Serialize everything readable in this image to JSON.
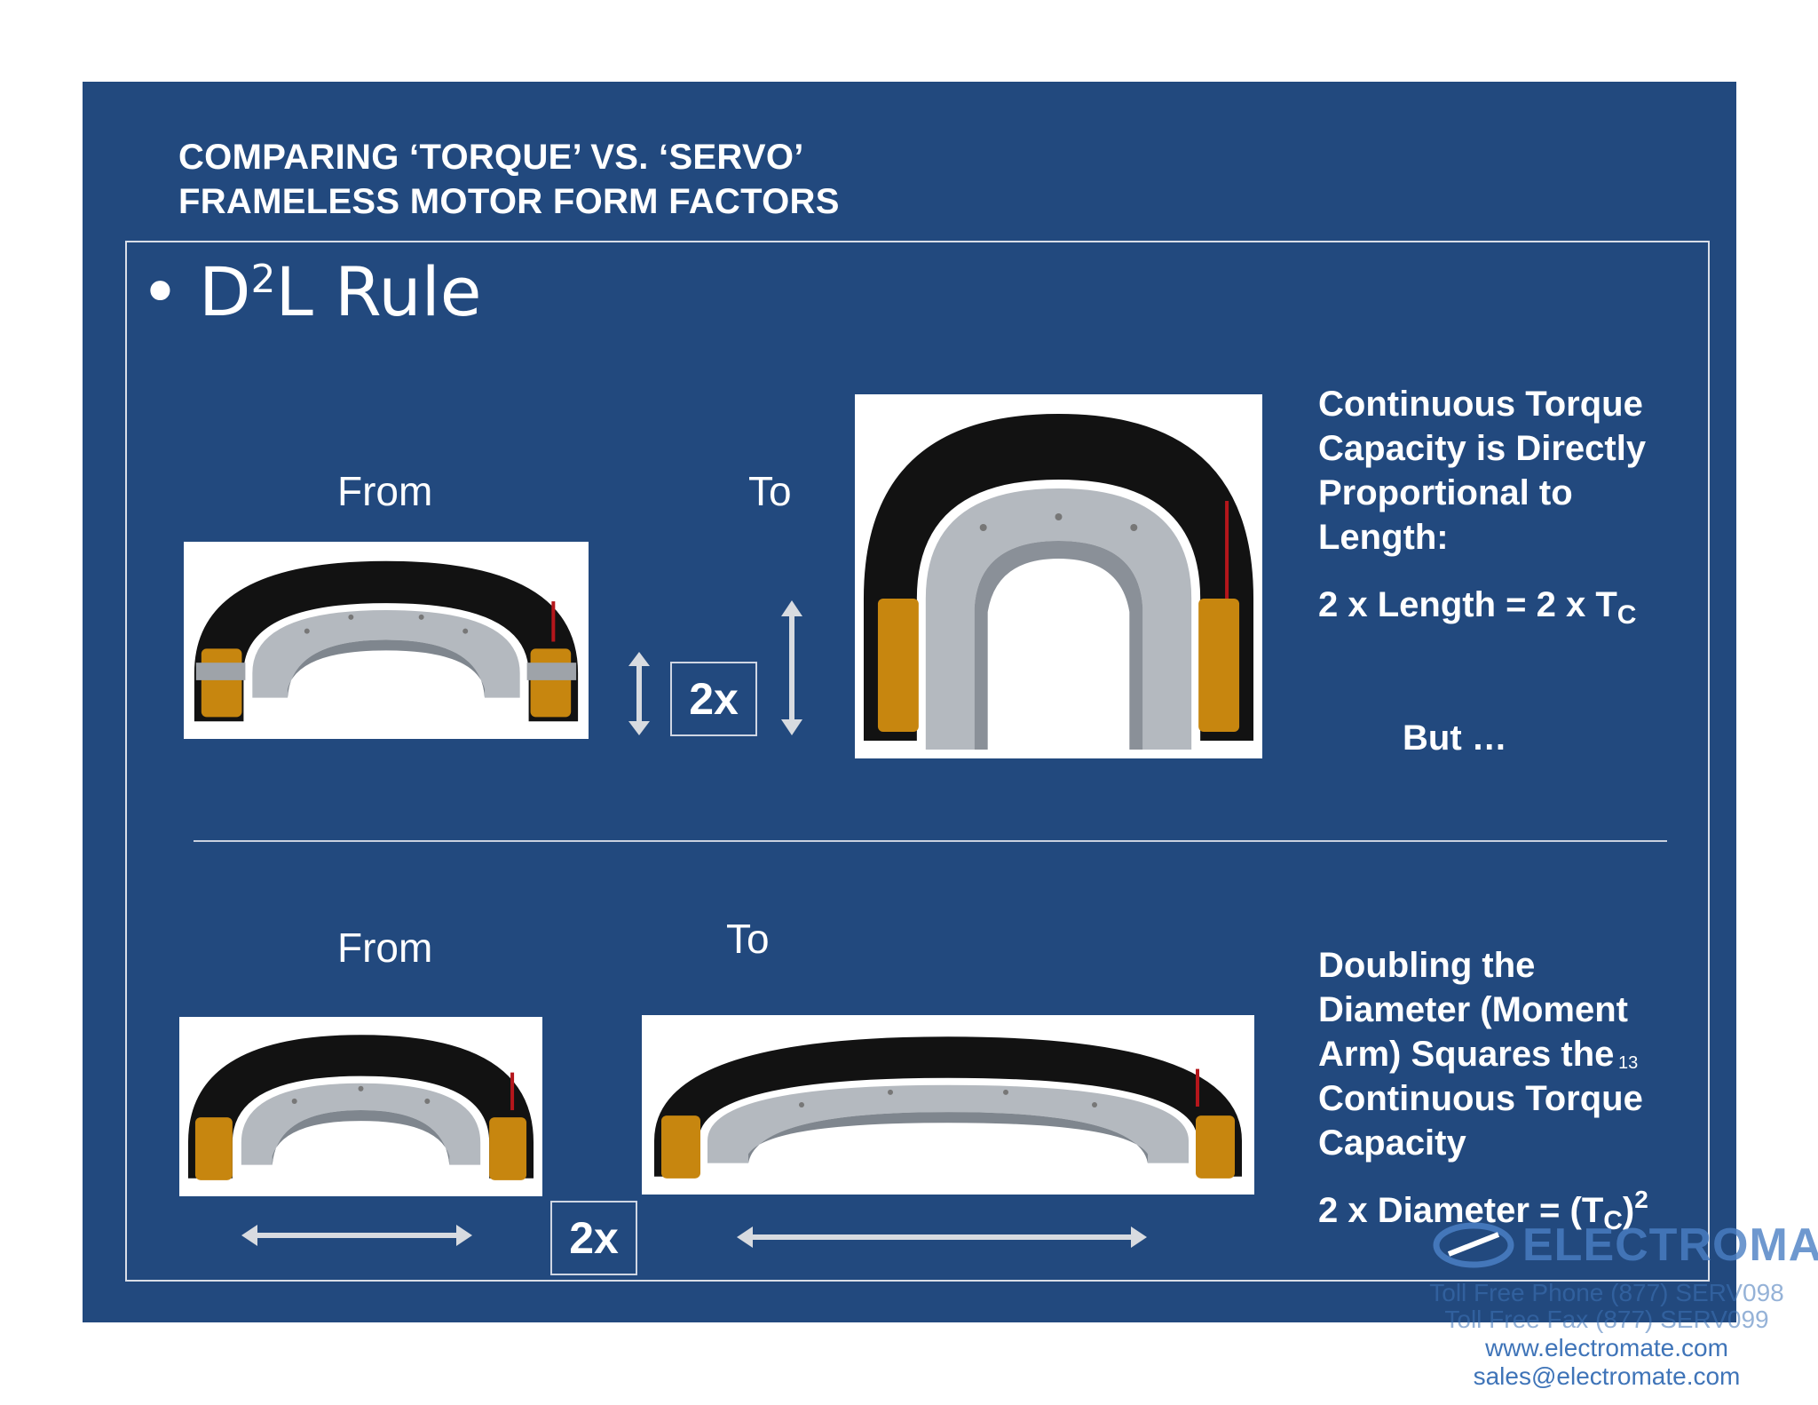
{
  "slide": {
    "title_line1": "COMPARING ‘TORQUE’ VS. ‘SERVO’",
    "title_line2": "FRAMELESS MOTOR FORM FACTORS",
    "bullet_symbol": "•",
    "bullet_text_d": "D",
    "bullet_text_sup": "2",
    "bullet_text_rest": "L Rule",
    "page_number": "13"
  },
  "top_section": {
    "from_label": "From",
    "to_label": "To",
    "multiplier": "2x",
    "text_lines": [
      "Continuous Torque",
      "Capacity is Directly",
      "Proportional to",
      "Length:"
    ],
    "formula_main": "2 x Length = 2 x T",
    "formula_sub": "C",
    "but_text": "But …"
  },
  "bottom_section": {
    "from_label": "From",
    "to_label": "To",
    "multiplier": "2x",
    "text_lines": [
      "Doubling the",
      "Diameter (Moment",
      "Arm) Squares the",
      "Continuous Torque",
      "Capacity"
    ],
    "formula_main": "2 x Diameter =  (T",
    "formula_sub": "C",
    "formula_close": ")",
    "formula_sup": "2"
  },
  "watermark": {
    "brand": "ELECTROMATE",
    "phone": "Toll Free Phone (877) SERV098",
    "fax": "Toll Free Fax (877) SERV099",
    "web": "www.electromate.com",
    "email": "sales@electromate.com"
  },
  "colors": {
    "slide_background": "#22497e",
    "motor_black": "#121212",
    "motor_silver": "#b4b9bf",
    "winding_copper": "#c7860f",
    "accent_red": "#b5161b",
    "watermark_blue": "#3f74b8"
  },
  "icons": {
    "double_arrow_vertical": "double-arrow-vertical-icon",
    "double_arrow_horizontal": "double-arrow-horizontal-icon",
    "logo_mark": "electromate-logo-icon"
  }
}
